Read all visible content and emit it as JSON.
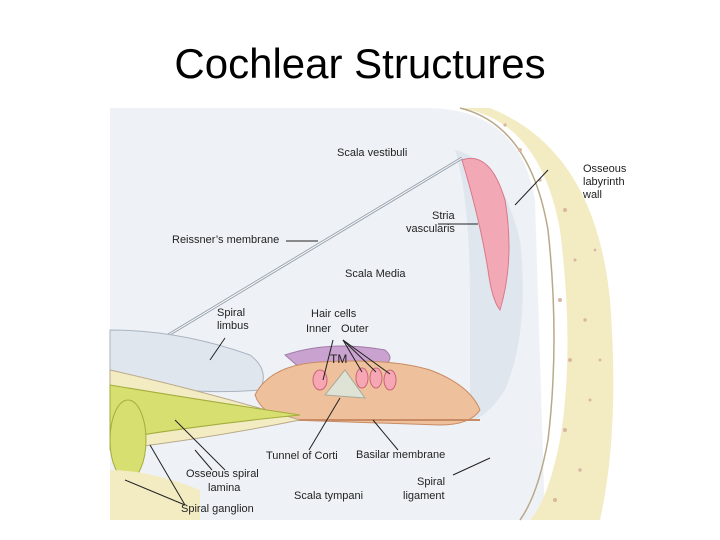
{
  "title": "Cochlear Structures",
  "labels": {
    "scala_vestibuli": "Scala vestibuli",
    "osseous_labyrinth_wall_1": "Osseous",
    "osseous_labyrinth_wall_2": "labyrinth",
    "osseous_labyrinth_wall_3": "wall",
    "stria_vascularis_1": "Stria",
    "stria_vascularis_2": "vascularis",
    "reissners_membrane": "Reissner’s membrane",
    "scala_media": "Scala Media",
    "spiral_limbus_1": "Spiral",
    "spiral_limbus_2": "limbus",
    "hair_cells": "Hair cells",
    "inner": "Inner",
    "outer": "Outer",
    "tm": "TM",
    "tunnel_of_corti": "Tunnel of Corti",
    "basilar_membrane": "Basilar membrane",
    "osseous_spiral_lamina_1": "Osseous spiral",
    "osseous_spiral_lamina_2": "lamina",
    "spiral_ligament_1": "Spiral",
    "spiral_ligament_2": "ligament",
    "scala_tympani": "Scala tympani",
    "spiral_ganglion": "Spiral ganglion"
  },
  "colors": {
    "bone": "#f3ebc2",
    "bone_dots": "#d9b6a0",
    "fluid": "#e9eef4",
    "stria": "#f2a9b5",
    "tectorial_membrane": "#c9a2cf",
    "organ_of_corti": "#efc09c",
    "nerve": "#d6df6f",
    "leader_line": "#222222"
  }
}
